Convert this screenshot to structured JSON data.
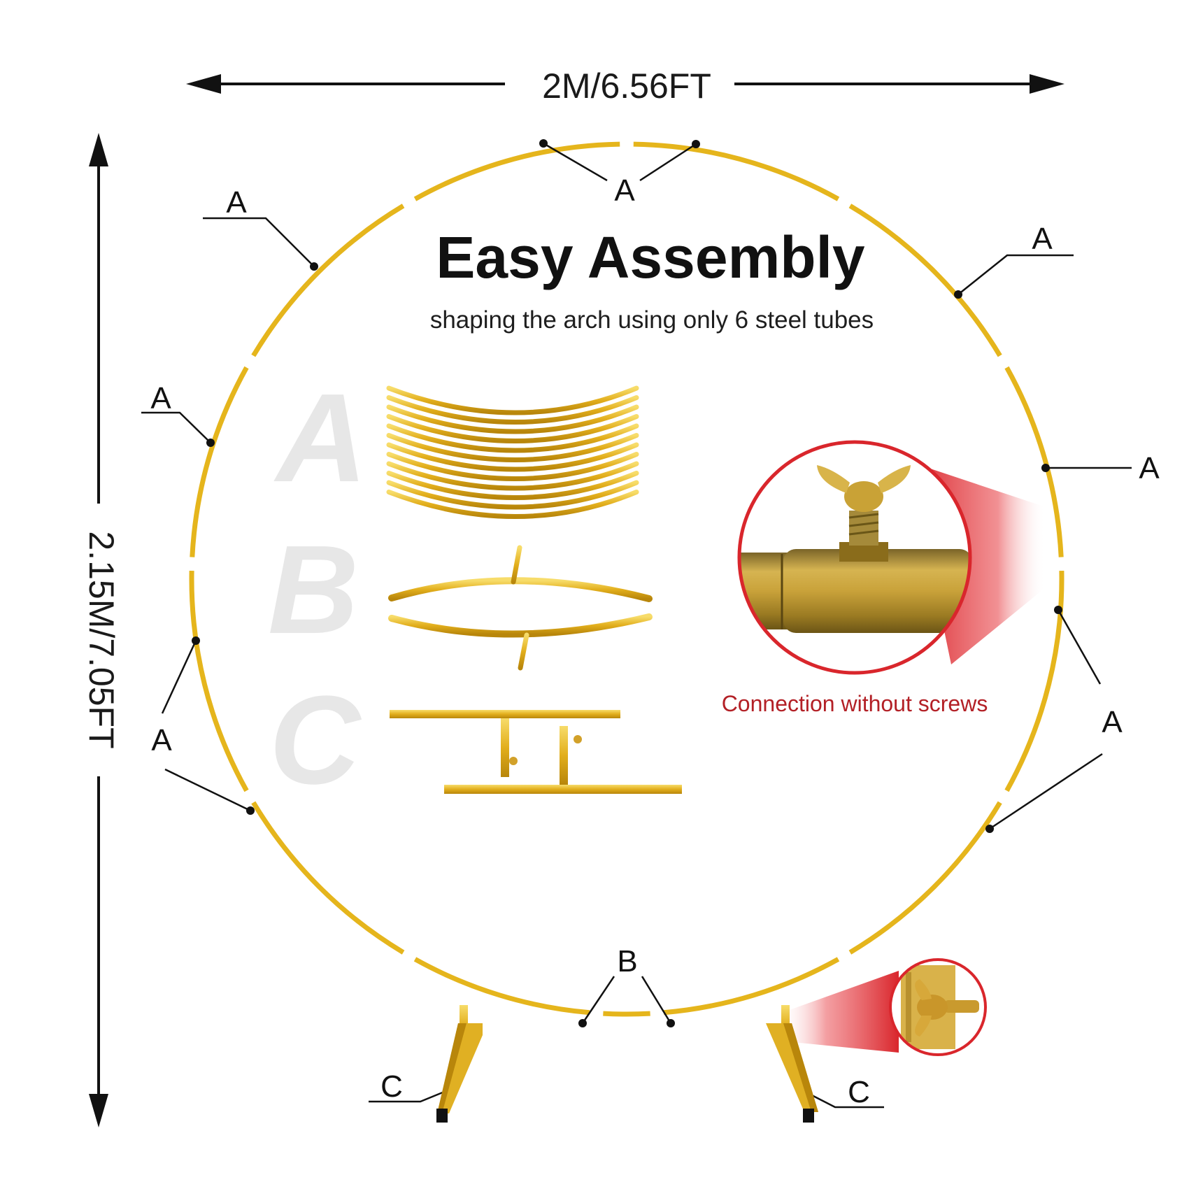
{
  "dimensions": {
    "width_label": "2M/6.56FT",
    "height_label": "2.15M/7.05FT"
  },
  "heading": {
    "title": "Easy Assembly",
    "subtitle": "shaping the arch using only 6 steel tubes"
  },
  "parts": {
    "a": "A",
    "b": "B",
    "c": "C"
  },
  "callouts": {
    "a": "A",
    "b": "B",
    "c": "C"
  },
  "detail": {
    "caption": "Connection without screws"
  },
  "colors": {
    "gold": "#e5b51c",
    "gold_dark": "#b8860b",
    "accent_red": "#d9262c",
    "letter_gray": "#e7e7e7"
  }
}
